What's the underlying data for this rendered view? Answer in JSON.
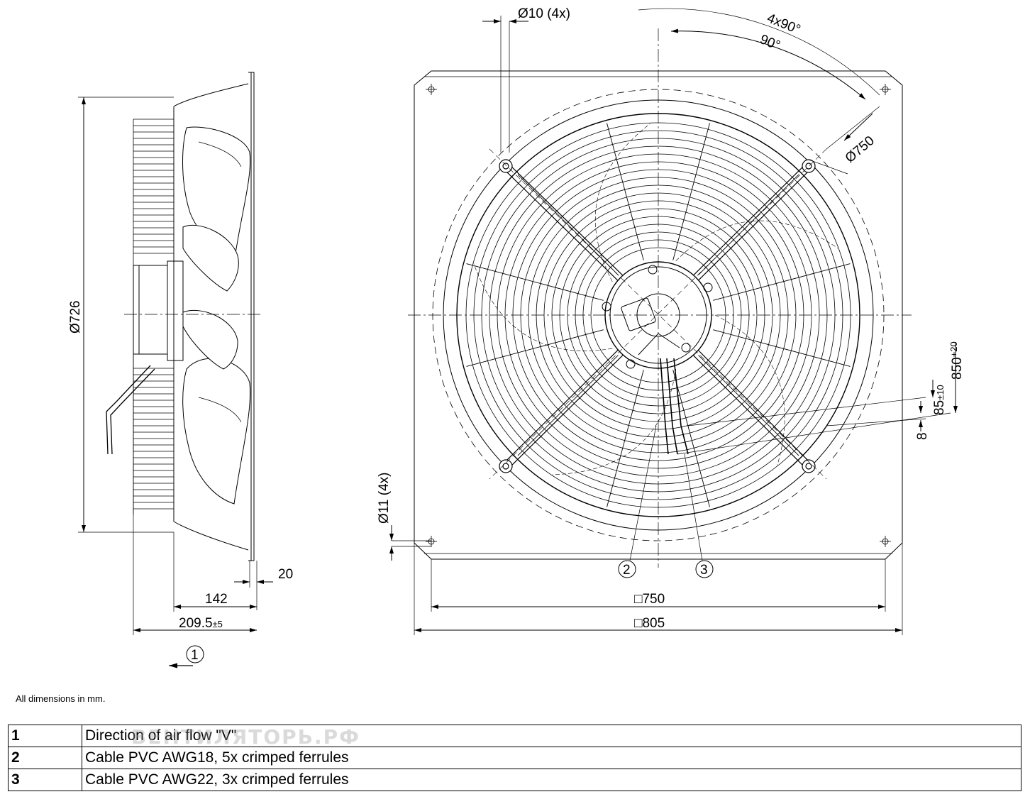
{
  "dimensions": {
    "hole_top": "Ø10 (4x)",
    "angle_outer": "4x90°",
    "angle_inner": "90°",
    "guard_diameter": "Ø750",
    "fan_diameter": "Ø726",
    "hole_side": "Ø11 (4x)",
    "depth_20": "20",
    "depth_142": "142",
    "depth_total": "209.5",
    "depth_total_tol": "±5",
    "square_750": "□750",
    "square_805": "□805",
    "cable_850": "850",
    "cable_850_tol": "+20",
    "cable_85": "85",
    "cable_85_tol": "±10",
    "cable_8": "8"
  },
  "callouts": [
    "1",
    "2",
    "3"
  ],
  "note": "All dimensions in mm.",
  "legend": [
    {
      "num": "1",
      "text": "Direction of air flow \"V\""
    },
    {
      "num": "2",
      "text": "Cable PVC AWG18, 5x crimped ferrules"
    },
    {
      "num": "3",
      "text": "Cable PVC AWG22, 3x crimped ferrules"
    }
  ],
  "watermark": "ВЕНТИЛЯТОРЬ.РФ"
}
